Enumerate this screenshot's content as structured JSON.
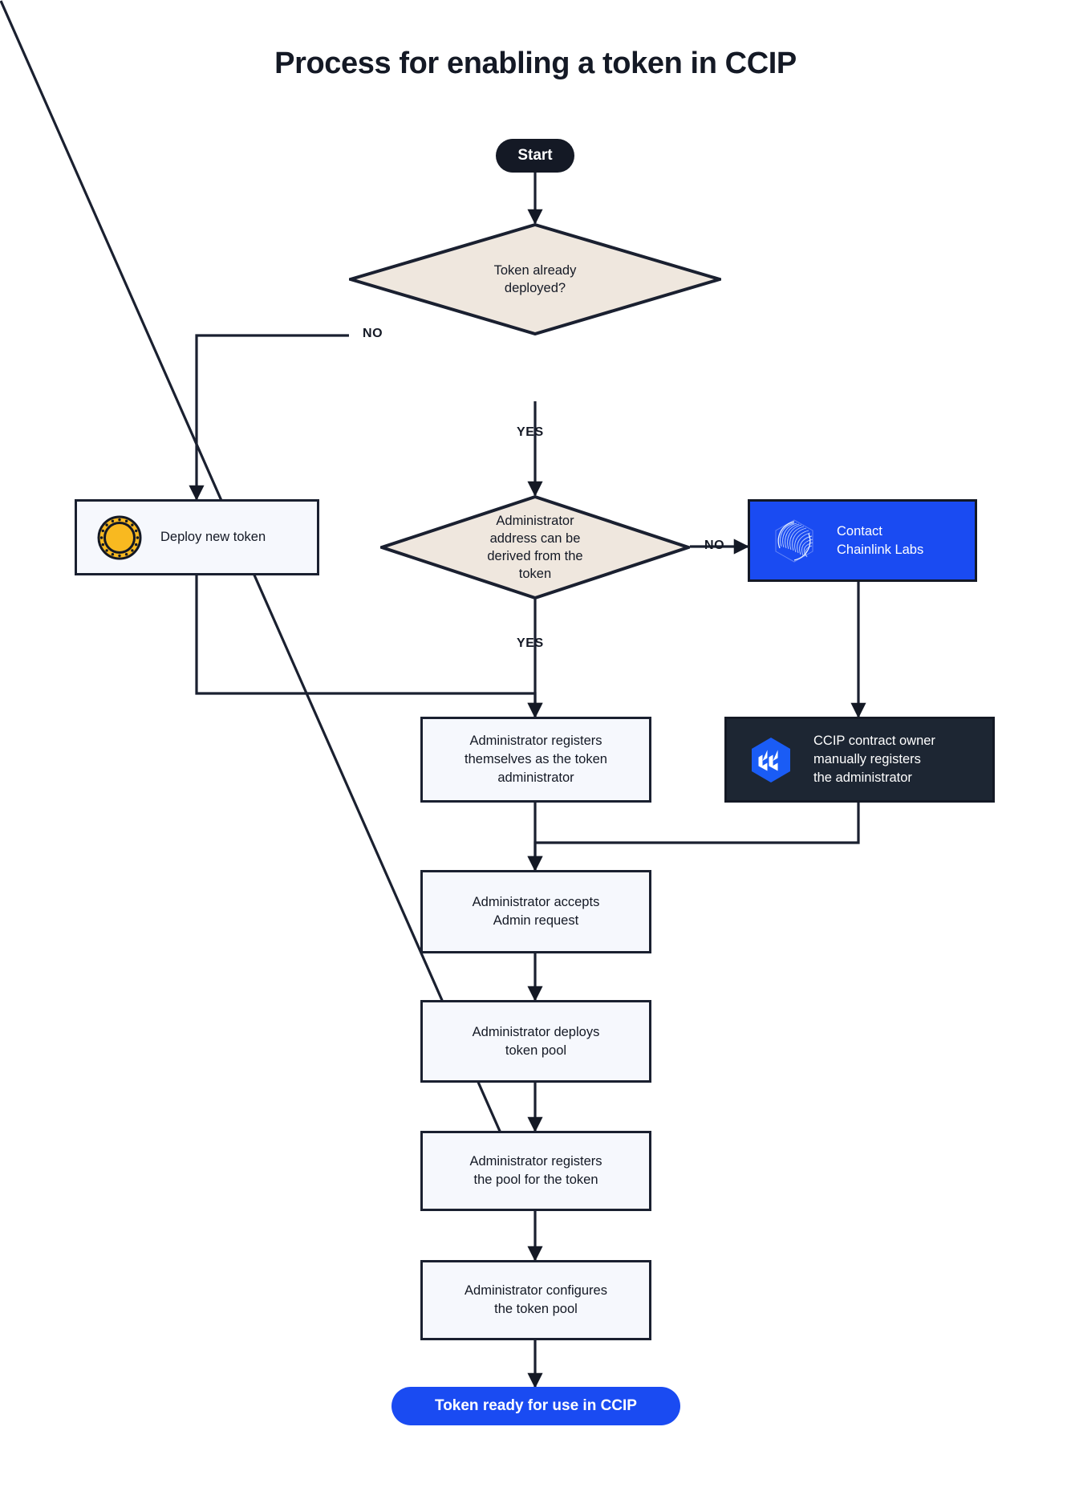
{
  "title": "Process for enabling a token in CCIP",
  "colors": {
    "ink": "#141925",
    "line": "#1a2030",
    "diamond_fill": "#efe7de",
    "box_fill": "#f6f8fd",
    "blue": "#1a4bf2",
    "dark": "#1d2633",
    "coin_gold": "#f8b920",
    "page_bg": "#ffffff"
  },
  "nodes": {
    "start": {
      "label": "Start",
      "type": "pill"
    },
    "decision_deployed": {
      "label": "Token already deployed?",
      "line1": "Token already",
      "line2": "deployed?",
      "type": "decision"
    },
    "deploy_new_token": {
      "label": "Deploy new token",
      "type": "process",
      "icon": "coin-icon"
    },
    "decision_admin_derived": {
      "label": "Administrator address can be derived from the token",
      "line1": "Administrator",
      "line2": "address can be",
      "line3": "derived from the",
      "line4": "token",
      "type": "decision"
    },
    "contact_chainlink": {
      "line1": "Contact",
      "line2": "Chainlink Labs",
      "type": "process",
      "icon": "chainlink-logo-icon"
    },
    "admin_registers_self": {
      "line1": "Administrator registers",
      "line2": "themselves as the token",
      "line3": "administrator",
      "type": "process"
    },
    "ccip_owner_registers": {
      "line1": "CCIP contract owner",
      "line2": "manually registers",
      "line3": "the administrator",
      "type": "process",
      "icon": "ccip-logo-icon"
    },
    "admin_accepts": {
      "line1": "Administrator accepts",
      "line2": "Admin request",
      "type": "process"
    },
    "admin_deploys_pool": {
      "line1": "Administrator deploys",
      "line2": "token pool",
      "type": "process"
    },
    "admin_registers_pool": {
      "line1": "Administrator registers",
      "line2": "the pool for the token",
      "type": "process"
    },
    "admin_configures_pool": {
      "line1": "Administrator configures",
      "line2": "the token pool",
      "type": "process"
    },
    "end": {
      "label": "Token ready for use in CCIP",
      "type": "pill"
    }
  },
  "edge_labels": {
    "deployed_no": "NO",
    "deployed_yes": "YES",
    "derived_no": "NO",
    "derived_yes": "YES"
  }
}
